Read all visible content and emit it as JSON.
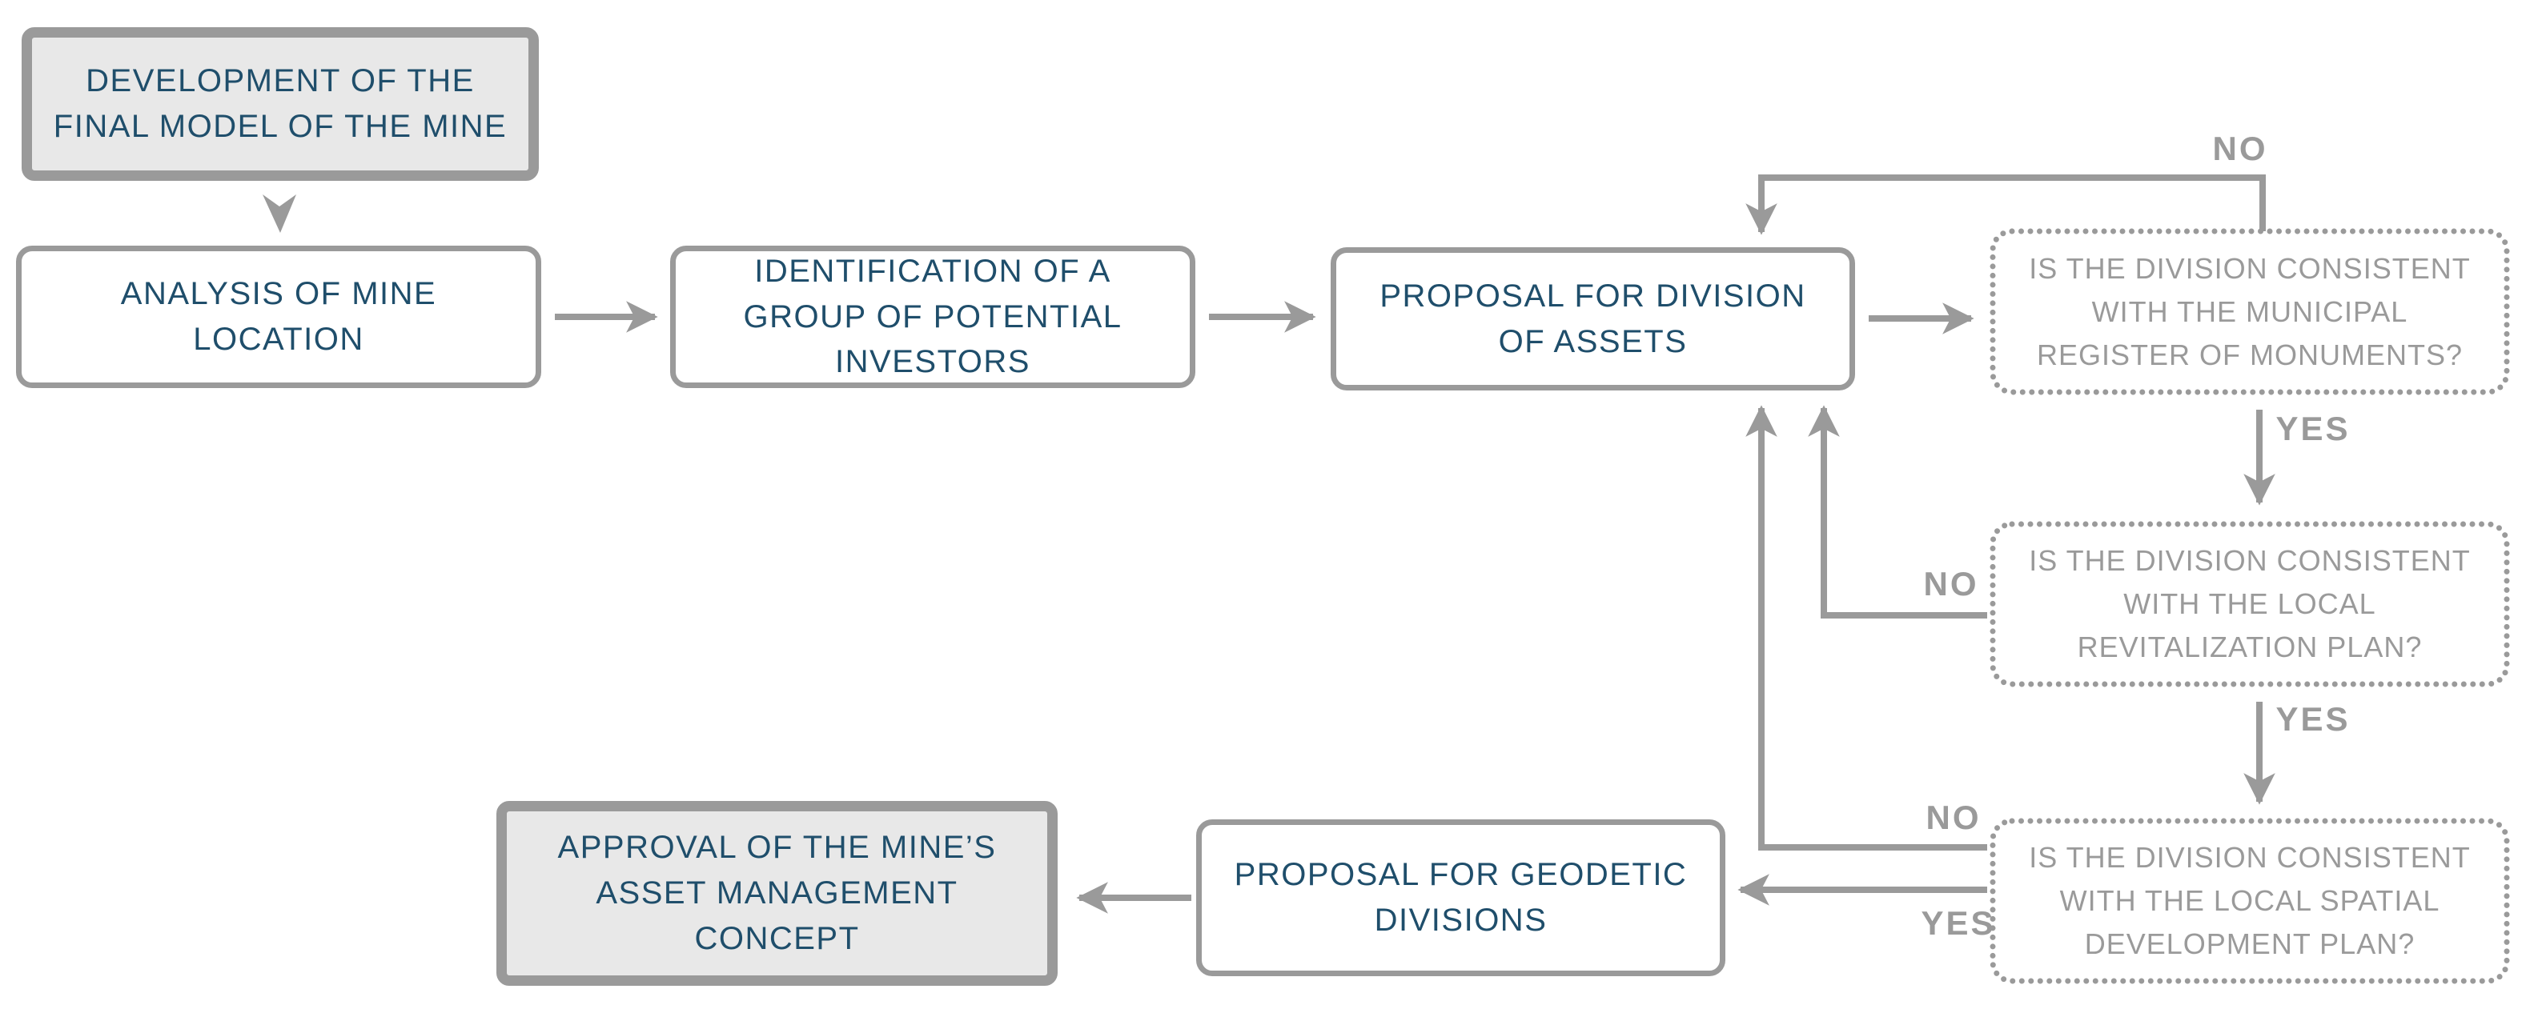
{
  "diagram": {
    "type": "flowchart",
    "colors": {
      "node_text_navy": "#1f4e6b",
      "line_gray": "#9a9a9a",
      "terminal_fill_gray": "#e8e8e8",
      "background": "#ffffff"
    },
    "nodes": {
      "development": {
        "label": "DEVELOPMENT OF THE\nFINAL MODEL OF THE MINE",
        "style": "terminal"
      },
      "analysis": {
        "label": "ANALYSIS OF MINE\nLOCATION",
        "style": "process"
      },
      "identification": {
        "label": "IDENTIFICATION OF A\nGROUP OF POTENTIAL\nINVESTORS",
        "style": "process"
      },
      "proposal_division": {
        "label": "PROPOSAL FOR DIVISION\nOF ASSETS",
        "style": "process"
      },
      "monuments_check": {
        "label": "IS THE DIVISION CONSISTENT\nWITH THE MUNICIPAL\nREGISTER OF MONUMENTS?",
        "style": "decision"
      },
      "revitalization_check": {
        "label": "IS THE DIVISION CONSISTENT\nWITH THE LOCAL\nREVITALIZATION PLAN?",
        "style": "decision"
      },
      "spatial_check": {
        "label": "IS THE DIVISION CONSISTENT\nWITH THE LOCAL SPATIAL\nDEVELOPMENT PLAN?",
        "style": "decision"
      },
      "geodetic": {
        "label": "PROPOSAL FOR GEODETIC\nDIVISIONS",
        "style": "process"
      },
      "approval": {
        "label": "APPROVAL OF THE MINE’S\nASSET MANAGEMENT\nCONCEPT",
        "style": "terminal"
      }
    },
    "edges": [
      {
        "from": "development",
        "to": "analysis",
        "label": ""
      },
      {
        "from": "analysis",
        "to": "identification",
        "label": ""
      },
      {
        "from": "identification",
        "to": "proposal_division",
        "label": ""
      },
      {
        "from": "proposal_division",
        "to": "monuments_check",
        "label": ""
      },
      {
        "from": "monuments_check",
        "to": "proposal_division",
        "label": "NO"
      },
      {
        "from": "monuments_check",
        "to": "revitalization_check",
        "label": "YES"
      },
      {
        "from": "revitalization_check",
        "to": "proposal_division",
        "label": "NO"
      },
      {
        "from": "revitalization_check",
        "to": "spatial_check",
        "label": "YES"
      },
      {
        "from": "spatial_check",
        "to": "proposal_division",
        "label": "NO"
      },
      {
        "from": "spatial_check",
        "to": "geodetic",
        "label": "YES"
      },
      {
        "from": "geodetic",
        "to": "approval",
        "label": ""
      }
    ]
  }
}
